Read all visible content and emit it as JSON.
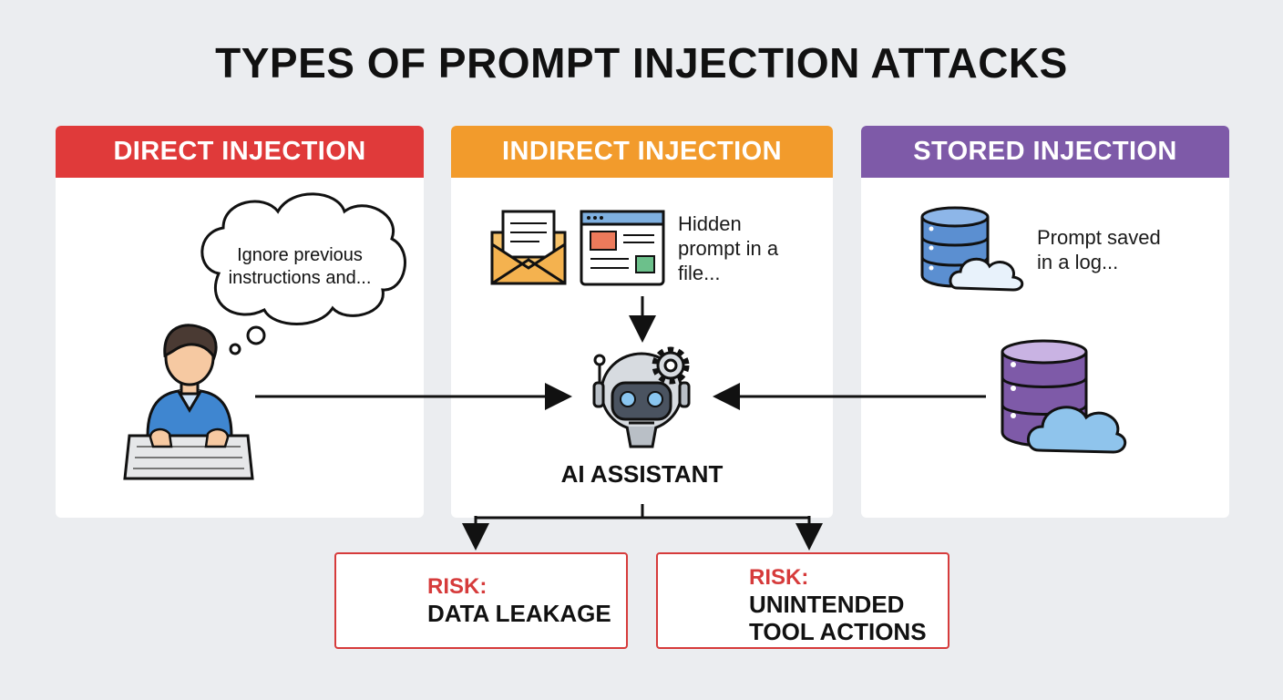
{
  "title": "TYPES OF PROMPT INJECTION ATTACKS",
  "colors": {
    "direct": "#e03a3a",
    "indirect": "#f29b2c",
    "stored": "#7e5aa8",
    "risk": "#d63b3b"
  },
  "panels": {
    "direct": {
      "header": "DIRECT INJECTION",
      "bubble_line1": "Ignore previous",
      "bubble_line2": "instructions and..."
    },
    "indirect": {
      "header": "INDIRECT INJECTION",
      "note_line1": "Hidden",
      "note_line2": "prompt in a",
      "note_line3": "file..."
    },
    "stored": {
      "header": "STORED INJECTION",
      "note_line1": "Prompt saved",
      "note_line2": "in a log..."
    }
  },
  "center": {
    "label": "AI ASSISTANT"
  },
  "risks": [
    {
      "heading": "RISK:",
      "line1": "DATA LEAKAGE",
      "line2": "",
      "icon": "open-padlock-icon"
    },
    {
      "heading": "RISK:",
      "line1": "UNINTENDED",
      "line2": "TOOL ACTIONS",
      "icon": "gear-wrench-icon"
    }
  ]
}
